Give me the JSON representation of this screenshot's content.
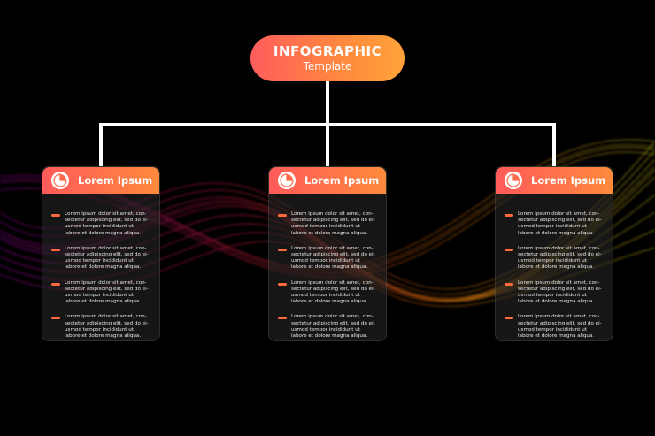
{
  "title": {
    "main": "INFOGRAPHIC",
    "sub": "Template"
  },
  "colors": {
    "accent_start": "#ff5a5a",
    "accent_end": "#ff8a3c",
    "bullet": "#ff6a3d"
  },
  "cards": [
    {
      "heading": "Lorem Ipsum",
      "icon": "pie-chart-icon",
      "items": [
        "Lorem ipsum dolor sit amet, con-\nsectetur adipiscing elit, sed do ei-\nusmod tempor incididunt ut\nlabore et dolore magna aliqua.",
        "Lorem ipsum dolor sit amet, con-\nsectetur adipiscing elit, sed do ei-\nusmod tempor incididunt ut\nlabore et dolore magna aliqua.",
        "Lorem ipsum dolor sit amet, con-\nsectetur adipiscing elit, sed do ei-\nusmod tempor incididunt ut\nlabore et dolore magna aliqua.",
        "Lorem ipsum dolor sit amet, con-\nsectetur adipiscing elit, sed do ei-\nusmod tempor incididunt ut\nlabore et dolore magna aliqua."
      ]
    },
    {
      "heading": "Lorem Ipsum",
      "icon": "pie-chart-icon",
      "items": [
        "Lorem ipsum dolor sit amet, con-\nsectetur adipiscing elit, sed do ei-\nusmod tempor incididunt ut\nlabore et dolore magna aliqua.",
        "Lorem ipsum dolor sit amet, con-\nsectetur adipiscing elit, sed do ei-\nusmod tempor incididunt ut\nlabore et dolore magna aliqua.",
        "Lorem ipsum dolor sit amet, con-\nsectetur adipiscing elit, sed do ei-\nusmod tempor incididunt ut\nlabore et dolore magna aliqua.",
        "Lorem ipsum dolor sit amet, con-\nsectetur adipiscing elit, sed do ei-\nusmod tempor incididunt ut\nlabore et dolore magna aliqua."
      ]
    },
    {
      "heading": "Lorem Ipsum",
      "icon": "pie-chart-icon",
      "items": [
        "Lorem ipsum dolor sit amet, con-\nsectetur adipiscing elit, sed do ei-\nusmod tempor incididunt ut\nlabore et dolore magna aliqua.",
        "Lorem ipsum dolor sit amet, con-\nsectetur adipiscing elit, sed do ei-\nusmod tempor incididunt ut\nlabore et dolore magna aliqua.",
        "Lorem ipsum dolor sit amet, con-\nsectetur adipiscing elit, sed do ei-\nusmod tempor incididunt ut\nlabore et dolore magna aliqua.",
        "Lorem ipsum dolor sit amet, con-\nsectetur adipiscing elit, sed do ei-\nusmod tempor incididunt ut\nlabore et dolore magna aliqua."
      ]
    }
  ]
}
